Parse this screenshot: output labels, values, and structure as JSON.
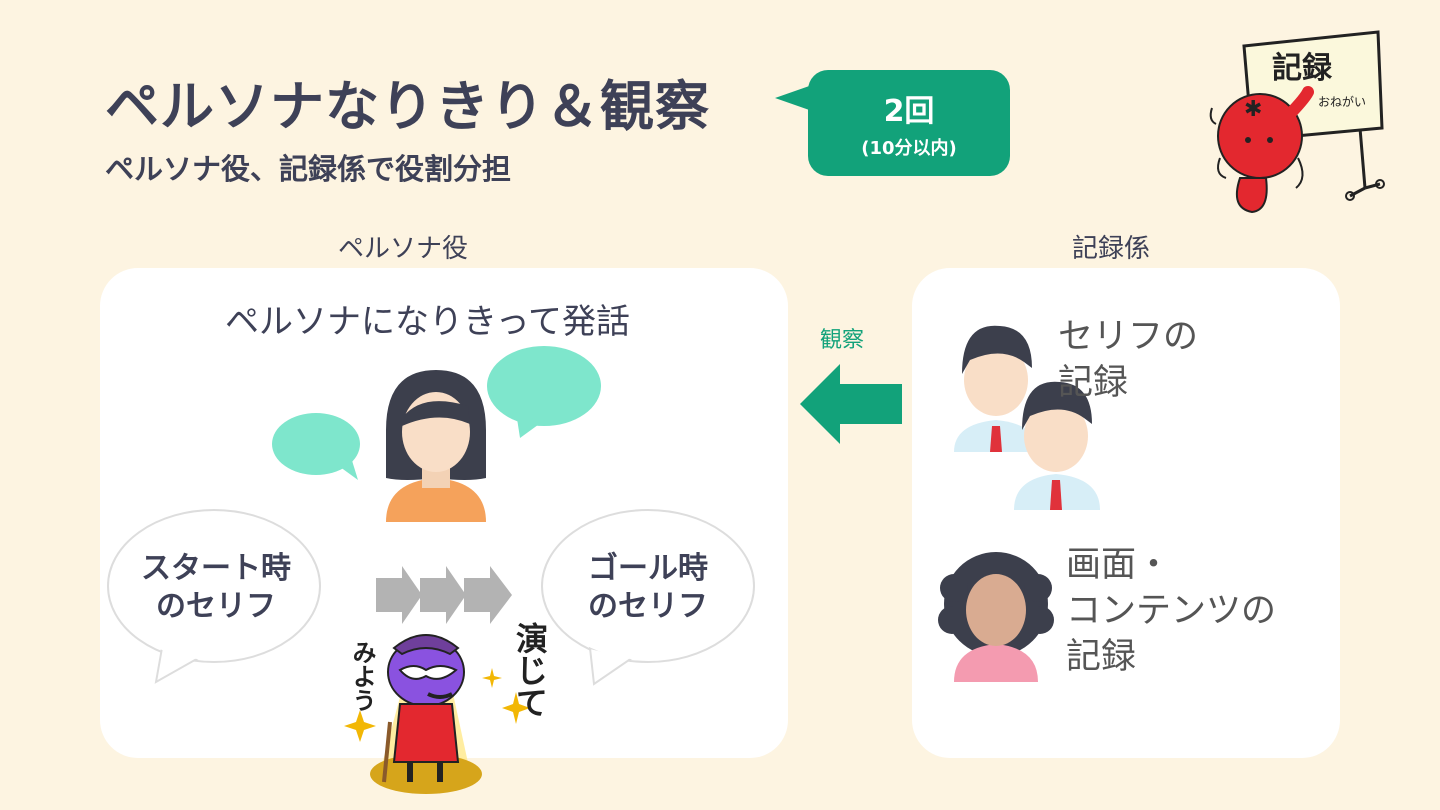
{
  "header": {
    "title": "ペルソナなりきり＆観察",
    "subtitle": "ペルソナ役、記録係で役割分担"
  },
  "badge": {
    "count": "2回",
    "time_limit": "(10分以内)"
  },
  "sign_illustration": {
    "sign_text": "記録",
    "sign_subtext": "おねがい"
  },
  "persona_section": {
    "role_label": "ペルソナ役",
    "instruction": "ペルソナになりきって発話",
    "start_bubble_line1": "スタート時",
    "start_bubble_line2": "のセリフ",
    "goal_bubble_line1": "ゴール時",
    "goal_bubble_line2": "のセリフ",
    "character_caption_left": "みよう",
    "character_caption_right": "演じて"
  },
  "recorder_section": {
    "role_label": "記録係",
    "observe_label": "観察",
    "serif_record_line1": "セリフの",
    "serif_record_line2": "記録",
    "screen_record_line1": "画面・",
    "screen_record_line2": "コンテンツの",
    "screen_record_line3": "記録"
  },
  "colors": {
    "background": "#fdf4e1",
    "accent_green": "#12a27a",
    "speech_mint": "#7ee6cc",
    "title_text": "#3e4157"
  }
}
